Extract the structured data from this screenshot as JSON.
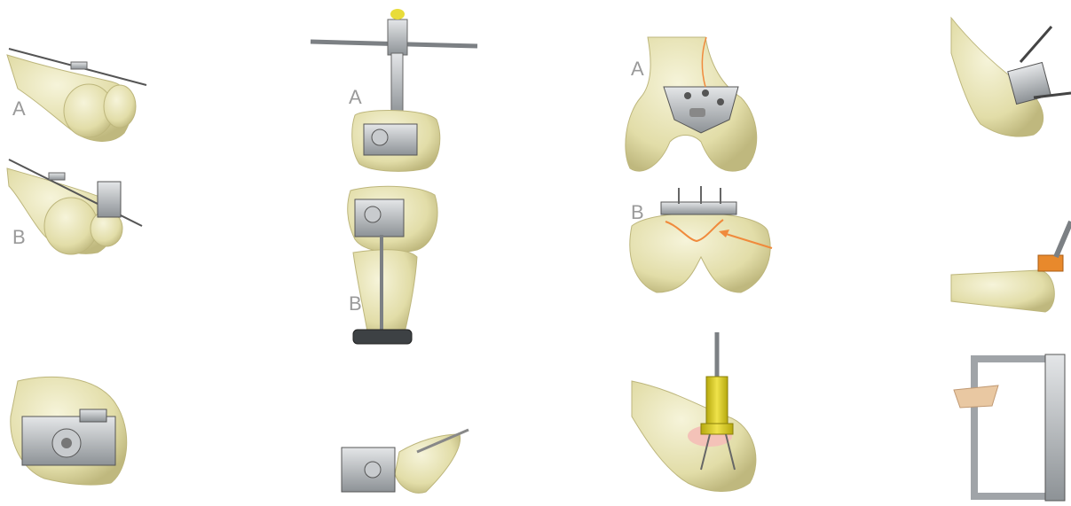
{
  "labels": {
    "col1_a": "A",
    "col1_b": "B",
    "col2_a": "A",
    "col2_b": "B",
    "col3_a": "A",
    "col3_b": "B"
  },
  "colors": {
    "bone": "#e8e4b8",
    "bone_shadow": "#c9c48e",
    "metal": "#b8bcc0",
    "metal_dark": "#6f7478",
    "label": "#9a9a9a",
    "accent_orange": "#f08a3c",
    "guide_yellow": "#d8cc1e"
  }
}
